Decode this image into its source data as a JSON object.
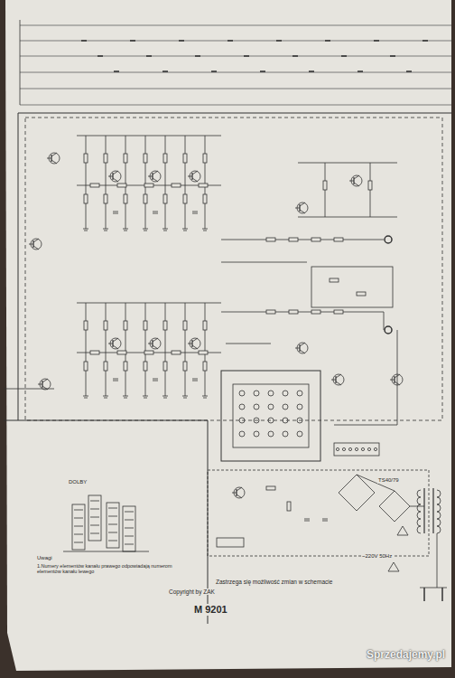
{
  "diagram": {
    "title": "M 9201",
    "labels": [
      "Copyright by ZAK",
      "Zastrzega się możliwość zmian w schemacie",
      "Uwagi",
      "1.Numery elementów kanału prawego odpowiadają numerom elementów kanału lewego",
      "~220V 50Hz",
      "TS40/79",
      "DOLBY",
      "Sprzedajemy.pl"
    ]
  }
}
